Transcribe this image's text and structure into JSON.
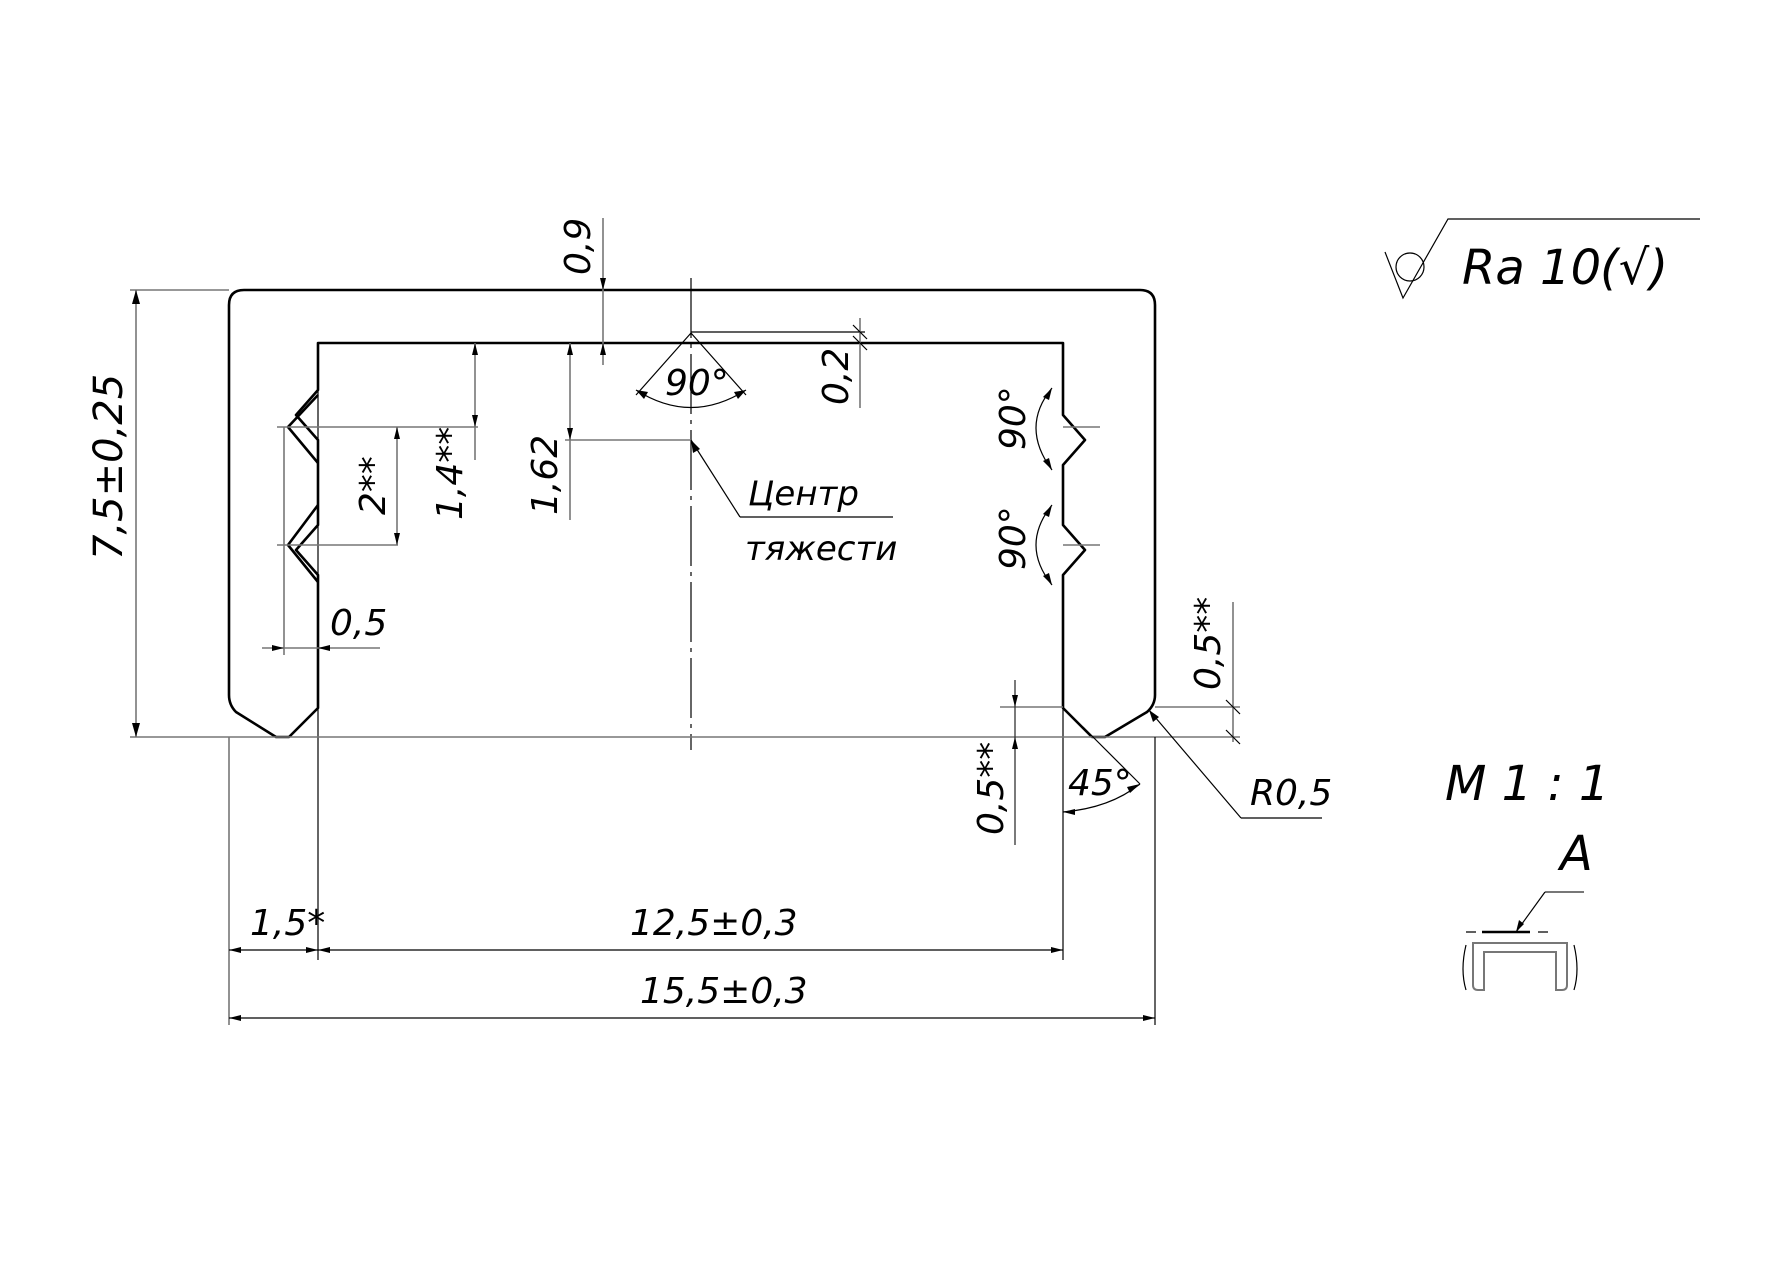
{
  "drawing": {
    "type": "technical-drawing",
    "subject": "U-channel profile cross-section",
    "roughness": {
      "symbol": "machining-not-specified",
      "parameter": "Ra 10",
      "bracket_symbol": "(√)"
    },
    "scale_label": "M 1 : 1",
    "view_label": "A",
    "centre_of_gravity_label": {
      "line1": "Центр",
      "line2": "тяжести"
    },
    "dimensions": {
      "overall_height": "7,5±0,25",
      "overall_width": "15,5±0,3",
      "inner_width": "12,5±0,3",
      "wall_thickness": "1,5*",
      "top_thickness": "0,9",
      "top_offset": "0,2",
      "cog_height": "1,62",
      "notch_pitch": "2**",
      "notch_from_top": "1,4**",
      "notch_depth": "0,5",
      "chamfer_right": "0,5**",
      "chamfer_bottom": "0,5**",
      "radius": "R0,5",
      "angle_top_vee": "90°",
      "angle_notch_upper": "90°",
      "angle_notch_lower": "90°",
      "angle_chamfer": "45°"
    }
  }
}
